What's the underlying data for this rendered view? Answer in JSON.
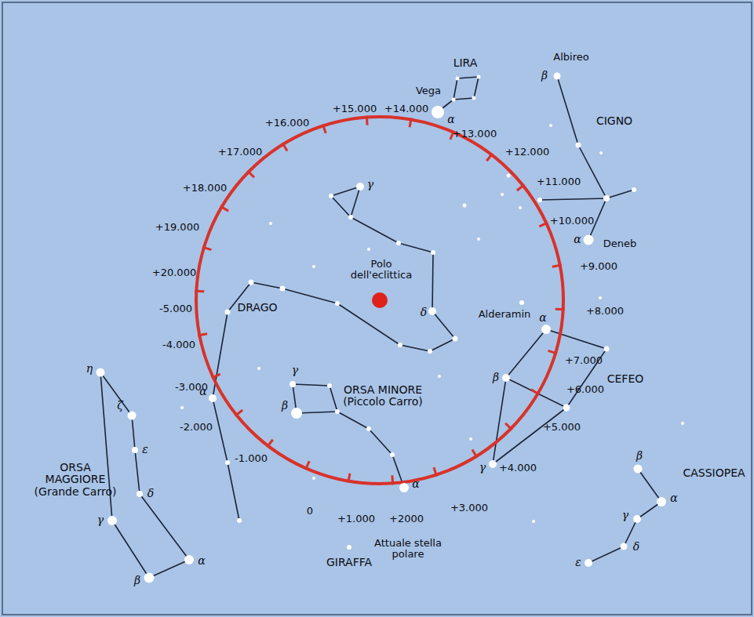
{
  "diagram": {
    "labels": [
      "LIRA",
      "Vega",
      "α",
      "Albireo",
      "β",
      "CIGNO",
      "+15.000",
      "+14.000",
      "+16.000",
      "+13.000",
      "+17.000",
      "+12.000",
      "+18.000",
      "+11.000",
      "+10.000",
      "+19.000",
      "α",
      "Deneb",
      "+9.000",
      "+20.000",
      "-5.000",
      "Polo dell'eclittica",
      "DRAGO",
      "γ",
      "δ",
      "Alderamin",
      "α",
      "+8.000",
      "-4.000",
      "+7.000",
      "β",
      "CEFEO",
      "+6.000",
      "-3.000",
      "α",
      "-2.000",
      "γ",
      "β",
      "ORSA MINORE (Piccolo Carro)",
      "+5.000",
      "γ",
      "+4.000",
      "-1.000",
      "0",
      "+1.000",
      "+2000",
      "+3.000",
      "α",
      "Attuale stella polare",
      "η",
      "ζ",
      "ε",
      "δ",
      "γ",
      "α",
      "β",
      "ORSA MAGGIORE (Grande Carro)",
      "GIRAFFA",
      "CASSIOPEA",
      "β",
      "α",
      "γ",
      "δ",
      "ε"
    ]
  }
}
